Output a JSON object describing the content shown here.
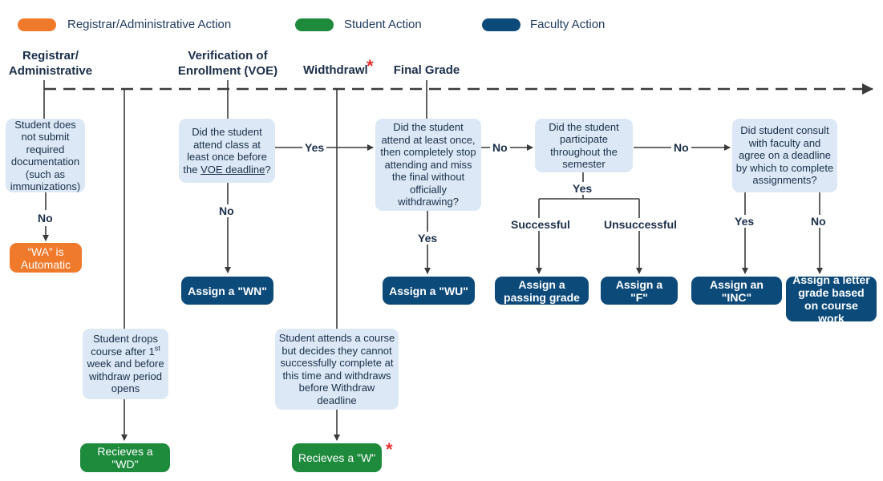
{
  "legend": {
    "registrar": {
      "label": "Registrar/Administrative Action",
      "color": "#f07a2c"
    },
    "student": {
      "label": "Student Action",
      "color": "#1d8a3c"
    },
    "faculty": {
      "label": "Faculty Action",
      "color": "#0c4a7a"
    }
  },
  "stages": {
    "registrar": "Registrar/ Administrative",
    "voe": "Verification of Enrollment (VOE)",
    "withdrawl": "Widthdrawl",
    "withdrawl_mark": "*",
    "final_grade": "Final Grade"
  },
  "questions": {
    "documentation": "Student does not submit required documentation (such as immunizations)",
    "attend_once": "Did the student attend class at least once before the",
    "attend_once_deadline": "VOE deadline",
    "attend_once_end": "?",
    "stop_attending": "Did the student attend at least once, then completely stop attending and miss the final without officially withdrawing?",
    "participate": "Did the student participate throughout the semester",
    "consult": "Did student consult with faculty and agree on a deadline by which to complete assignments?",
    "drops_course_pre": "Student drops course after 1",
    "drops_course_sup": "st",
    "drops_course_post": " week and before withdraw period opens",
    "withdraws": "Student attends a course but decides they cannot successfully complete at this time and withdraws before Withdraw deadline"
  },
  "outcomes": {
    "wa": "“WA” is Automatic",
    "wn": "Assign a \"WN\"",
    "wu": "Assign a \"WU\"",
    "passing": "Assign a passing grade",
    "f": "Assign a \"F\"",
    "inc": "Assign an \"INC\"",
    "letter": "Assign a letter grade based on course work",
    "wd": "Recieves a \"WD\"",
    "w": "Recieves a \"W\"",
    "w_mark": "*"
  },
  "edge_labels": {
    "no_doc": "No",
    "yes_voe": "Yes",
    "no_voe": "No",
    "no_stop": "No",
    "yes_stop": "Yes",
    "no_participate": "No",
    "yes_participate": "Yes",
    "successful": "Successful",
    "unsuccessful": "Unsuccessful",
    "yes_consult": "Yes",
    "no_consult": "No"
  }
}
